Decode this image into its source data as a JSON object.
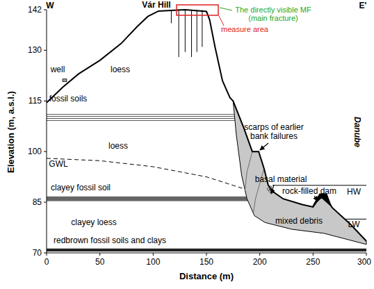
{
  "diagram": {
    "labels": [
      "W",
      "E'",
      "Vár Hill",
      "The directly visible MF (main fracture)",
      "measure area",
      "well",
      "loess",
      "fossil soils",
      "loess",
      "GWL",
      "clayey fossil soil",
      "clayey loess",
      "redbrown fossil soils and clays",
      "scarps of earlier bank failures",
      "basal material",
      "rock-filled dam",
      "Danube",
      "HW",
      "LW",
      "mixed debris",
      "Elevation (m, a.s.l.)",
      "Distance (m)",
      "142",
      "130",
      "115",
      "100",
      "85",
      "70",
      "0",
      "50",
      "100",
      "150",
      "200",
      "250",
      "300"
    ]
  }
}
